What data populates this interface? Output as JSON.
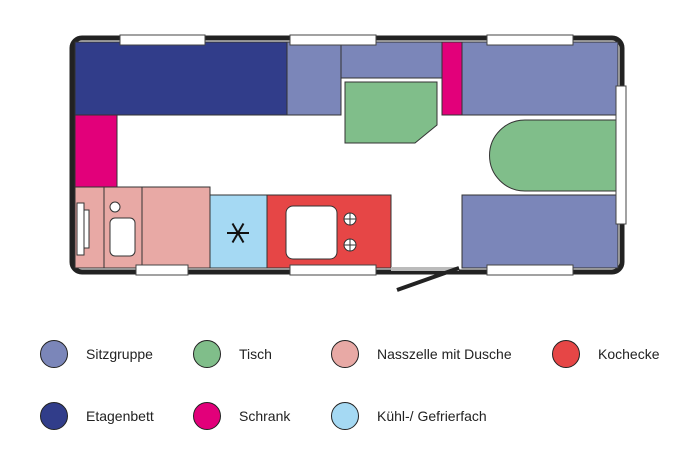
{
  "colors": {
    "sitzgruppe": "#7b86b9",
    "tisch": "#80be8a",
    "nasszelle": "#e8a9a5",
    "kochecke": "#e64646",
    "etagenbett": "#313d8a",
    "schrank": "#e2007a",
    "kuehl": "#a5d9f3"
  },
  "legend": [
    {
      "label": "Sitzgruppe",
      "color": "#7b86b9"
    },
    {
      "label": "Tisch",
      "color": "#80be8a"
    },
    {
      "label": "Nasszelle mit Dusche",
      "color": "#e8a9a5"
    },
    {
      "label": "Kochecke",
      "color": "#e64646"
    },
    {
      "label": "Etagenbett",
      "color": "#313d8a"
    },
    {
      "label": "Schrank",
      "color": "#e2007a"
    },
    {
      "label": "Kühl-/ Gefrierfach",
      "color": "#a5d9f3"
    }
  ],
  "icons": {
    "freezer": "snowflake-icon"
  }
}
